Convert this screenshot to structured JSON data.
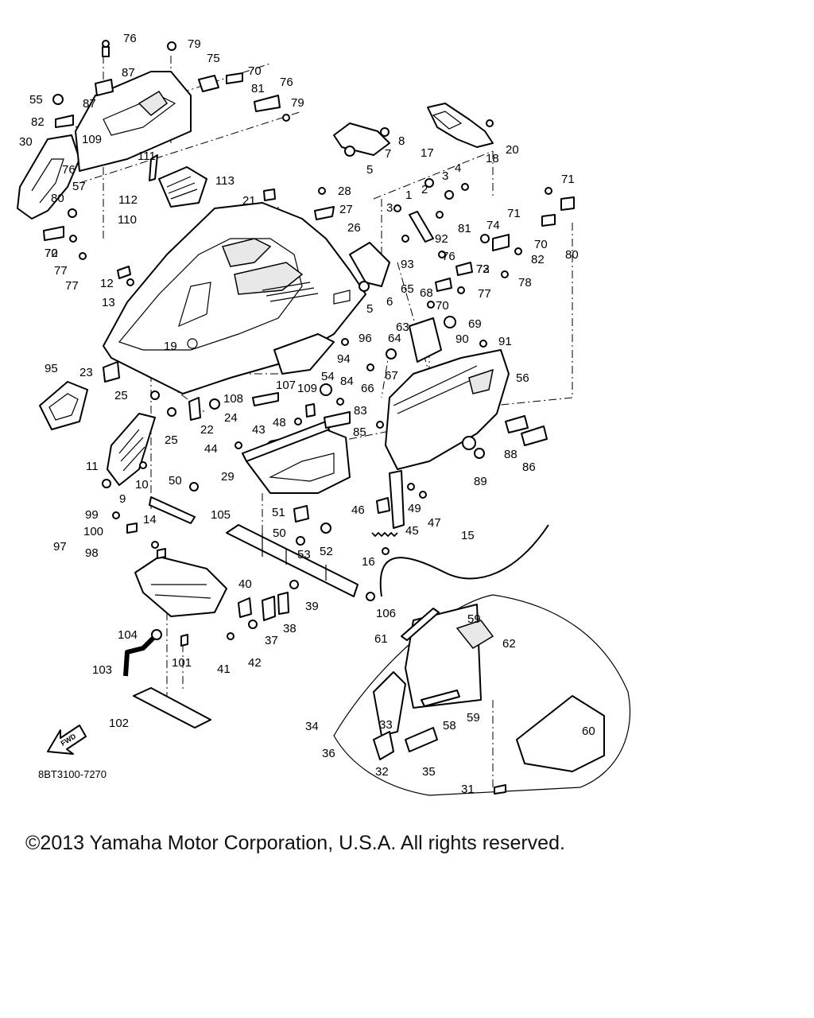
{
  "diagram": {
    "drawing_code": "8BT3100-7270",
    "fwd_label": "FWD",
    "copyright": "©2013 Yamaha Motor Corporation, U.S.A. All rights reserved.",
    "callouts": [
      "1",
      "2",
      "3",
      "3",
      "4",
      "5",
      "5",
      "6",
      "7",
      "8",
      "9",
      "10",
      "11",
      "12",
      "13",
      "14",
      "15",
      "16",
      "17",
      "18",
      "19",
      "20",
      "21",
      "22",
      "23",
      "24",
      "25",
      "25",
      "26",
      "27",
      "28",
      "29",
      "30",
      "31",
      "32",
      "33",
      "34",
      "35",
      "36",
      "37",
      "38",
      "39",
      "40",
      "41",
      "42",
      "43",
      "44",
      "45",
      "46",
      "47",
      "48",
      "49",
      "50",
      "50",
      "51",
      "52",
      "53",
      "54",
      "55",
      "56",
      "57",
      "58",
      "59",
      "59",
      "60",
      "61",
      "62",
      "63",
      "64",
      "65",
      "66",
      "67",
      "68",
      "69",
      "70",
      "70",
      "70",
      "70",
      "71",
      "71",
      "72",
      "72",
      "73",
      "74",
      "75",
      "76",
      "76",
      "76",
      "76",
      "77",
      "77",
      "77",
      "78",
      "79",
      "79",
      "80",
      "80",
      "81",
      "81",
      "82",
      "82",
      "83",
      "84",
      "85",
      "86",
      "87",
      "87",
      "88",
      "89",
      "90",
      "91",
      "92",
      "93",
      "94",
      "95",
      "96",
      "97",
      "98",
      "99",
      "100",
      "101",
      "102",
      "103",
      "104",
      "105",
      "106",
      "107",
      "108",
      "109",
      "109",
      "110",
      "111",
      "112",
      "113"
    ]
  }
}
